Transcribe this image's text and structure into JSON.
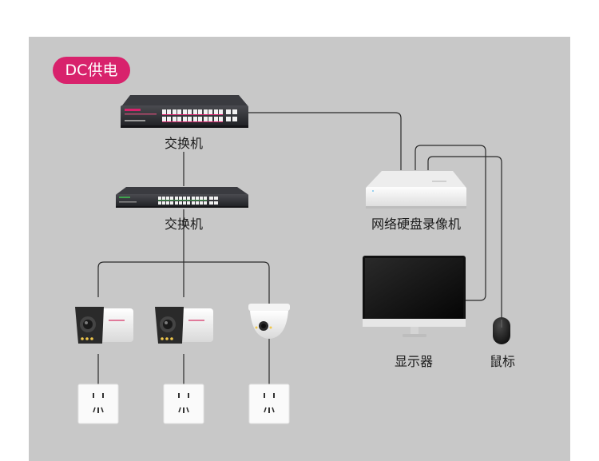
{
  "badge": {
    "text": "DC供电"
  },
  "labels": {
    "switch_top": "交换机",
    "switch_mid": "交换机",
    "nvr": "网络硬盘录像机",
    "monitor": "显示器",
    "mouse": "鼠标"
  },
  "colors": {
    "panel": "#c8c8c8",
    "badge": "#d8226c",
    "switch_body": "#2e2f33",
    "switch_port_accent": "#d8226c",
    "line": "#2a2a2a"
  },
  "devices": [
    {
      "name": "switch-icon",
      "count": 2
    },
    {
      "name": "nvr-icon",
      "count": 1
    },
    {
      "name": "monitor-icon",
      "count": 1
    },
    {
      "name": "mouse-icon",
      "count": 1
    },
    {
      "name": "bullet-camera-icon",
      "count": 2
    },
    {
      "name": "dome-camera-icon",
      "count": 1
    },
    {
      "name": "power-outlet-icon",
      "count": 3
    }
  ]
}
